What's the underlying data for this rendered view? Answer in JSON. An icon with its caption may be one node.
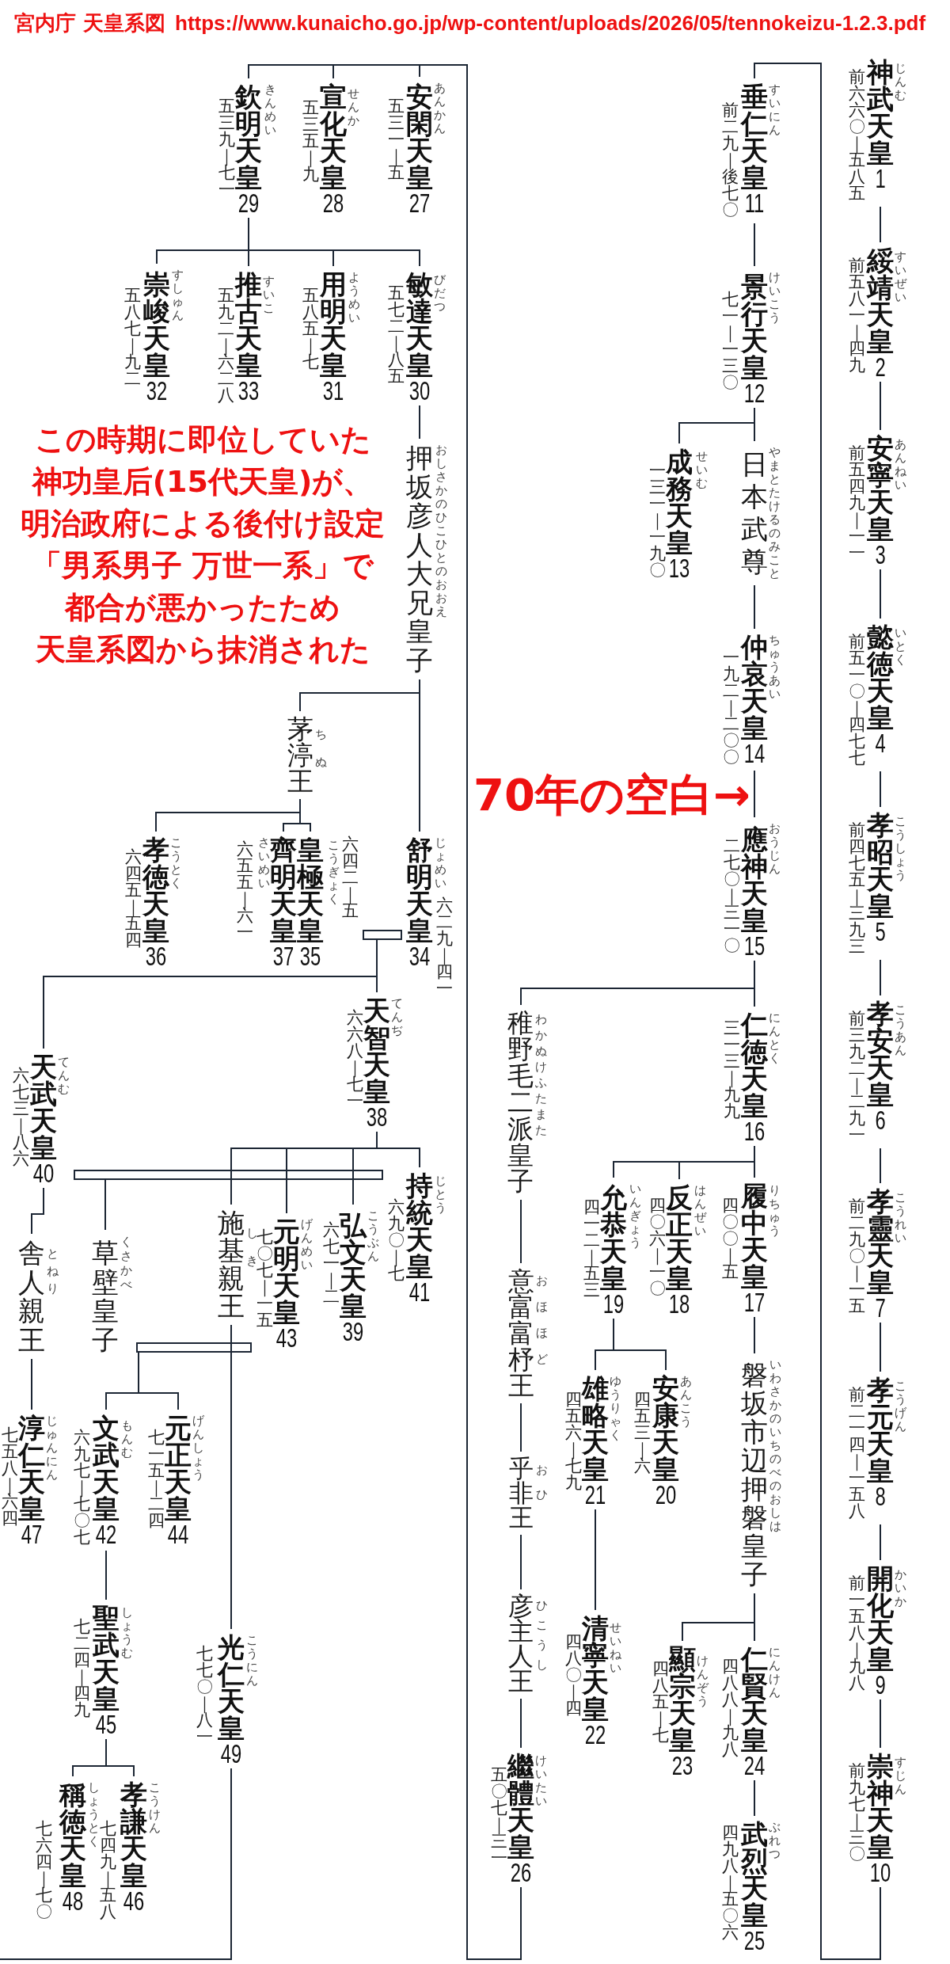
{
  "diagram": {
    "title": "宮内庁 天皇系図",
    "nodes": [
      {
        "text": [
          "神武天皇",
          "1"
        ],
        "beside": [
          "じんむ",
          "前六六〇｜五八五"
        ]
      },
      {
        "text": [
          "綏靖天皇",
          "2"
        ],
        "beside": [
          "すいぜい",
          "前五八一｜四九"
        ]
      },
      {
        "text": [
          "安寧天皇",
          "3"
        ],
        "beside": [
          "あんねい",
          "前五四九｜一一"
        ]
      },
      {
        "text": [
          "懿徳天皇",
          "4"
        ],
        "beside": [
          "いとく",
          "前五一〇｜四七七"
        ]
      },
      {
        "text": [
          "孝昭天皇",
          "5"
        ],
        "beside": [
          "こうしょう",
          "前四七五｜三九三"
        ]
      },
      {
        "text": [
          "孝安天皇",
          "6"
        ],
        "beside": [
          "こうあん",
          "前三九二｜二九一"
        ]
      },
      {
        "text": [
          "孝靈天皇",
          "7"
        ],
        "beside": [
          "こうれい",
          "前二九〇｜一五"
        ]
      },
      {
        "text": [
          "孝元天皇",
          "8"
        ],
        "beside": [
          "こうげん",
          "前二一四｜一五八"
        ]
      },
      {
        "text": [
          "開化天皇",
          "9"
        ],
        "beside": [
          "かいか",
          "前一五八｜九八"
        ]
      },
      {
        "text": [
          "崇神天皇",
          "10"
        ],
        "beside": [
          "すじん",
          "前九七｜三〇"
        ]
      },
      {
        "text": [
          "垂仁天皇",
          "11"
        ],
        "beside": [
          "すいにん",
          "前二九｜後七〇"
        ]
      },
      {
        "text": [
          "景行天皇",
          "12"
        ],
        "beside": [
          "けいこう",
          "七一｜一三〇"
        ]
      },
      {
        "text": [
          "成務天皇",
          "13"
        ],
        "beside": [
          "せいむ",
          "一三一｜一九〇"
        ]
      },
      {
        "text": [
          "日本武尊"
        ],
        "beside": [
          "やまとたけるのみこと"
        ]
      },
      {
        "text": [
          "仲哀天皇",
          "14"
        ],
        "beside": [
          "ちゅうあい",
          "一九二｜二〇〇"
        ]
      },
      {
        "text": [
          "應神天皇",
          "15"
        ],
        "beside": [
          "おうじん",
          "二七〇｜三一〇"
        ]
      },
      {
        "text": [
          "仁徳天皇",
          "16"
        ],
        "beside": [
          "にんとく",
          "三一三｜九九"
        ]
      },
      {
        "text": [
          "稚野毛二派皇子"
        ],
        "beside": [
          "わかぬけふたまた"
        ]
      },
      {
        "text": [
          "履中天皇",
          "17"
        ],
        "beside": [
          "りちゅう",
          "四〇〇｜五"
        ]
      },
      {
        "text": [
          "反正天皇",
          "18"
        ],
        "beside": [
          "はんぜい",
          "四〇六｜一〇"
        ]
      },
      {
        "text": [
          "允恭天皇",
          "19"
        ],
        "beside": [
          "いんぎょう",
          "四一二｜五三"
        ]
      },
      {
        "text": [
          "安康天皇",
          "20"
        ],
        "beside": [
          "あんこう",
          "四五三｜六"
        ]
      },
      {
        "text": [
          "雄略天皇",
          "21"
        ],
        "beside": [
          "ゆうりゃく",
          "四五六｜七九"
        ]
      },
      {
        "text": [
          "清寧天皇",
          "22"
        ],
        "beside": [
          "せいねい",
          "四八〇｜四"
        ]
      },
      {
        "text": [
          "磐坂市辺押磐皇子"
        ],
        "beside": [
          "いわさかのいちのべのおしは"
        ]
      },
      {
        "text": [
          "顯宗天皇",
          "23"
        ],
        "beside": [
          "けんぞう",
          "四八五｜七"
        ]
      },
      {
        "text": [
          "仁賢天皇",
          "24"
        ],
        "beside": [
          "にんけん",
          "四八八｜九八"
        ]
      },
      {
        "text": [
          "武烈天皇",
          "25"
        ],
        "beside": [
          "ぶれつ",
          "四九八｜五〇六"
        ]
      },
      {
        "text": [
          "意富富杼王"
        ],
        "beside": [
          "おほほど"
        ]
      },
      {
        "text": [
          "乎非王"
        ],
        "beside": [
          "おひ"
        ]
      },
      {
        "text": [
          "彦主人王"
        ],
        "beside": [
          "ひこうし"
        ]
      },
      {
        "text": [
          "繼體天皇",
          "26"
        ],
        "beside": [
          "けいたい",
          "五〇七｜三一"
        ]
      },
      {
        "text": [
          "安閑天皇",
          "27"
        ],
        "beside": [
          "あんかん",
          "五三一｜五"
        ]
      },
      {
        "text": [
          "宣化天皇",
          "28"
        ],
        "beside": [
          "せんか",
          "五三五｜九"
        ]
      },
      {
        "text": [
          "欽明天皇",
          "29"
        ],
        "beside": [
          "きんめい",
          "五三九｜七一"
        ]
      },
      {
        "text": [
          "敏達天皇",
          "30"
        ],
        "beside": [
          "びだつ",
          "五七二｜八五"
        ]
      },
      {
        "text": [
          "用明天皇",
          "31"
        ],
        "beside": [
          "ようめい",
          "五八五｜七"
        ]
      },
      {
        "text": [
          "崇峻天皇",
          "32"
        ],
        "beside": [
          "すしゅん",
          "五八七｜九二"
        ]
      },
      {
        "text": [
          "推古天皇",
          "33"
        ],
        "beside": [
          "すいこ",
          "五九二｜六二八"
        ]
      },
      {
        "text": [
          "押坂彦人大兄皇子"
        ],
        "beside": [
          "おしさかのひこひとのおおえ"
        ]
      },
      {
        "text": [
          "茅渟王"
        ],
        "beside": [
          "ちぬ"
        ]
      },
      {
        "text": [
          "舒明天皇",
          "34"
        ],
        "beside": [
          "じょめい",
          "六二九｜四一"
        ]
      },
      {
        "text": [
          "皇極天皇",
          "35"
        ],
        "beside": [
          "こうぎょく",
          "六四二｜五"
        ]
      },
      {
        "text": [
          "孝徳天皇",
          "36"
        ],
        "beside": [
          "こうとく",
          "六四五｜五四"
        ]
      },
      {
        "text": [
          "齊明天皇",
          "37"
        ],
        "beside": [
          "さいめい",
          "六五五｜六一"
        ]
      },
      {
        "text": [
          "天智天皇",
          "38"
        ],
        "beside": [
          "てんぢ",
          "六六八｜七一"
        ]
      },
      {
        "text": [
          "天武天皇",
          "40"
        ],
        "beside": [
          "てんむ",
          "六七三｜八六"
        ]
      },
      {
        "text": [
          "持統天皇",
          "41"
        ],
        "beside": [
          "じとう",
          "六九〇｜七"
        ]
      },
      {
        "text": [
          "弘文天皇",
          "39"
        ],
        "beside": [
          "こうぶん",
          "六七一｜二"
        ]
      },
      {
        "text": [
          "元明天皇",
          "43"
        ],
        "beside": [
          "げんめい",
          "七〇七｜一五"
        ]
      },
      {
        "text": [
          "施基親王"
        ],
        "beside": [
          "しき"
        ]
      },
      {
        "text": [
          "草壁皇子"
        ],
        "beside": [
          "くさかべ"
        ]
      },
      {
        "text": [
          "舎人親王"
        ],
        "beside": [
          "とねり"
        ]
      },
      {
        "text": [
          "淳仁天皇",
          "47"
        ],
        "beside": [
          "じゅんにん",
          "七五八｜六四"
        ]
      },
      {
        "text": [
          "文武天皇",
          "42"
        ],
        "beside": [
          "もんむ",
          "六九七｜七〇七"
        ]
      },
      {
        "text": [
          "元正天皇",
          "44"
        ],
        "beside": [
          "げんしょう",
          "七一五｜二四"
        ]
      },
      {
        "text": [
          "聖武天皇",
          "45"
        ],
        "beside": [
          "しょうむ",
          "七二四｜四九"
        ]
      },
      {
        "text": [
          "孝謙天皇",
          "46"
        ],
        "beside": [
          "こうけん",
          "七四九｜五八"
        ]
      },
      {
        "text": [
          "稱徳天皇",
          "48"
        ],
        "beside": [
          "しょうとく",
          "七六四｜七〇"
        ]
      },
      {
        "text": [
          "光仁天皇",
          "49"
        ],
        "beside": [
          "こうにん",
          "七七〇｜八一"
        ]
      }
    ],
    "edges": [
      {
        "from": 0,
        "to": 1,
        "arrow": "none"
      },
      {
        "from": 1,
        "to": 2,
        "arrow": "none"
      },
      {
        "from": 2,
        "to": 3,
        "arrow": "none"
      },
      {
        "from": 3,
        "to": 4,
        "arrow": "none"
      },
      {
        "from": 4,
        "to": 5,
        "arrow": "none"
      },
      {
        "from": 5,
        "to": 6,
        "arrow": "none"
      },
      {
        "from": 6,
        "to": 7,
        "arrow": "none"
      },
      {
        "from": 7,
        "to": 8,
        "arrow": "none"
      },
      {
        "from": 8,
        "to": 9,
        "arrow": "none"
      },
      {
        "from": 9,
        "to": 10,
        "arrow": "none"
      },
      {
        "from": 10,
        "to": 11,
        "arrow": "none"
      },
      {
        "from": 11,
        "to": 12,
        "arrow": "none"
      },
      {
        "from": 11,
        "to": 13,
        "arrow": "none"
      },
      {
        "from": 13,
        "to": 14,
        "arrow": "none"
      },
      {
        "from": 14,
        "to": 15,
        "arrow": "none"
      },
      {
        "from": 15,
        "to": 16,
        "arrow": "none"
      },
      {
        "from": 15,
        "to": 17,
        "arrow": "none"
      },
      {
        "from": 16,
        "to": 18,
        "arrow": "none"
      },
      {
        "from": 16,
        "to": 19,
        "arrow": "none"
      },
      {
        "from": 16,
        "to": 20,
        "arrow": "none"
      },
      {
        "from": 20,
        "to": 21,
        "arrow": "none"
      },
      {
        "from": 20,
        "to": 22,
        "arrow": "none"
      },
      {
        "from": 22,
        "to": 23,
        "arrow": "none"
      },
      {
        "from": 18,
        "to": 24,
        "arrow": "none"
      },
      {
        "from": 24,
        "to": 25,
        "arrow": "none"
      },
      {
        "from": 24,
        "to": 26,
        "arrow": "none"
      },
      {
        "from": 26,
        "to": 27,
        "arrow": "none"
      },
      {
        "from": 17,
        "to": 28,
        "arrow": "none"
      },
      {
        "from": 28,
        "to": 29,
        "arrow": "none"
      },
      {
        "from": 29,
        "to": 30,
        "arrow": "none"
      },
      {
        "from": 30,
        "to": 31,
        "arrow": "none"
      },
      {
        "from": 31,
        "to": 32,
        "arrow": "none"
      },
      {
        "from": 31,
        "to": 33,
        "arrow": "none"
      },
      {
        "from": 31,
        "to": 34,
        "arrow": "none"
      },
      {
        "from": 34,
        "to": 35,
        "arrow": "none"
      },
      {
        "from": 34,
        "to": 36,
        "arrow": "none"
      },
      {
        "from": 34,
        "to": 37,
        "arrow": "none"
      },
      {
        "from": 34,
        "to": 38,
        "arrow": "none"
      },
      {
        "from": 35,
        "to": 39,
        "arrow": "none"
      },
      {
        "from": 39,
        "to": 40,
        "arrow": "none"
      },
      {
        "from": 39,
        "to": 41,
        "arrow": "none"
      },
      {
        "from": 40,
        "to": 43,
        "arrow": "none"
      },
      {
        "from": 40,
        "to": 42,
        "arrow": "none"
      },
      {
        "from": 40,
        "to": 44,
        "arrow": "none"
      },
      {
        "from": 42,
        "to": 41,
        "arrow": "none"
      },
      {
        "from": 41,
        "to": 45,
        "arrow": "none"
      },
      {
        "from": 42,
        "to": 45,
        "arrow": "none"
      },
      {
        "from": 41,
        "to": 46,
        "arrow": "none"
      },
      {
        "from": 42,
        "to": 46,
        "arrow": "none"
      },
      {
        "from": 45,
        "to": 47,
        "arrow": "none"
      },
      {
        "from": 45,
        "to": 48,
        "arrow": "none"
      },
      {
        "from": 45,
        "to": 49,
        "arrow": "none"
      },
      {
        "from": 45,
        "to": 50,
        "arrow": "none"
      },
      {
        "from": 46,
        "to": 47,
        "arrow": "none"
      },
      {
        "from": 46,
        "to": 51,
        "arrow": "none"
      },
      {
        "from": 47,
        "to": 51,
        "arrow": "none"
      },
      {
        "from": 46,
        "to": 52,
        "arrow": "none"
      },
      {
        "from": 52,
        "to": 53,
        "arrow": "none"
      },
      {
        "from": 51,
        "to": 49,
        "arrow": "none"
      },
      {
        "from": 51,
        "to": 54,
        "arrow": "none"
      },
      {
        "from": 49,
        "to": 54,
        "arrow": "none"
      },
      {
        "from": 51,
        "to": 55,
        "arrow": "none"
      },
      {
        "from": 49,
        "to": 55,
        "arrow": "none"
      },
      {
        "from": 54,
        "to": 56,
        "arrow": "none"
      },
      {
        "from": 56,
        "to": 57,
        "arrow": "none"
      },
      {
        "from": 56,
        "to": 58,
        "arrow": "none"
      },
      {
        "from": 50,
        "to": 59,
        "arrow": "none"
      },
      {
        "from": 59,
        "to": null,
        "arrow": "none"
      }
    ],
    "labels": [
      "https://www.kunaicho.go.jp/wp-content/uploads/2026/05/tennokeizu-1.2.3.pdf",
      "この時期に即位していた神功皇后(15代天皇)が、明治政府による後付け設定「男系男子 万世一系」で都合が悪かったため天皇系図から抹消された",
      "70年の空白→"
    ]
  }
}
